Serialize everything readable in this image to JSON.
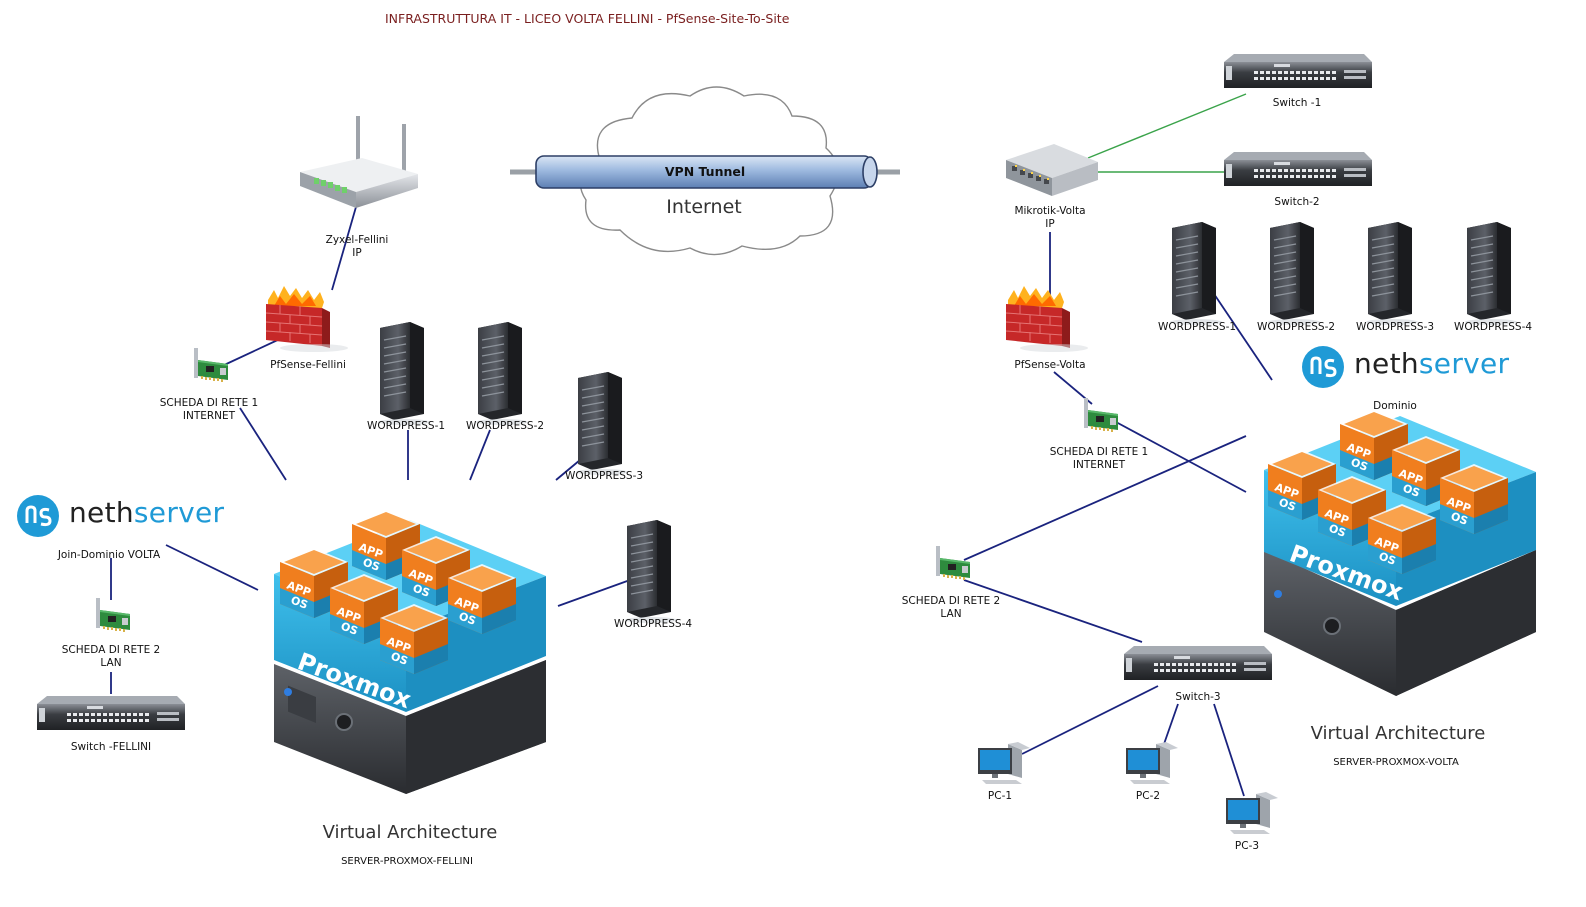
{
  "title": "INFRASTRUTTURA IT  - LICEO VOLTA FELLINI - PfSense-Site-To-Site",
  "cloud": {
    "tunnel_label": "VPN Tunnel",
    "internet_label": "Internet"
  },
  "brand": {
    "neth_a": "neth",
    "neth_b": "server",
    "proxmox": "Proxmox",
    "app": "APP",
    "os": "OS"
  },
  "colors": {
    "link": "#1a237e",
    "green_link": "#3aa34a",
    "title": "#7a1f1f",
    "proxmox_blue": "#29a9d8",
    "app_orange": "#f07e1e"
  },
  "fellini": {
    "router": [
      "Zyxel-Fellini",
      "IP"
    ],
    "firewall": "PfSense-Fellini",
    "nic1": [
      "SCHEDA DI RETE 1",
      "INTERNET"
    ],
    "wp1": "WORDPRESS-1",
    "wp2": "WORDPRESS-2",
    "wp3": "WORDPRESS-3",
    "wp4": "WORDPRESS-4",
    "neth_caption": "Join-Dominio VOLTA",
    "nic2": [
      "SCHEDA DI RETE 2",
      "LAN"
    ],
    "switch": "Switch -FELLINI",
    "virt": "Virtual Architecture",
    "server": "SERVER-PROXMOX-FELLINI"
  },
  "volta": {
    "switch1": "Switch -1",
    "switch2": "Switch-2",
    "router": [
      "Mikrotik-Volta",
      "IP"
    ],
    "firewall": "PfSense-Volta",
    "wp1": "WORDPRESS-1",
    "wp2": "WORDPRESS-2",
    "wp3": "WORDPRESS-3",
    "wp4": "WORDPRESS-4",
    "dominio": "Dominio",
    "nic1": [
      "SCHEDA DI RETE 1",
      "INTERNET"
    ],
    "nic2": [
      "SCHEDA DI RETE 2",
      "LAN"
    ],
    "switch3": "Switch-3",
    "pc1": "PC-1",
    "pc2": "PC-2",
    "pc3": "PC-3",
    "virt": "Virtual Architecture",
    "server": "SERVER-PROXMOX-VOLTA"
  }
}
